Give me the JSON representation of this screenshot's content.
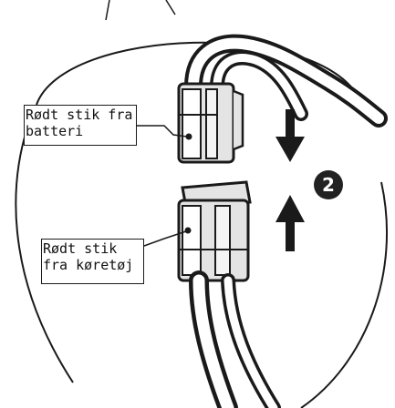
{
  "labels": {
    "battery_connector": {
      "line1": "Rødt stik fra",
      "line2": "batteri"
    },
    "vehicle_connector": {
      "line1": "Rødt stik",
      "line2": "fra køretøj"
    }
  },
  "step_number": "2",
  "colors": {
    "line": "#1a1a1a",
    "connector_fill": "#e4e4e4",
    "background": "#ffffff"
  },
  "icons": [
    "arrow-down-icon",
    "arrow-up-icon",
    "step-number-badge"
  ]
}
